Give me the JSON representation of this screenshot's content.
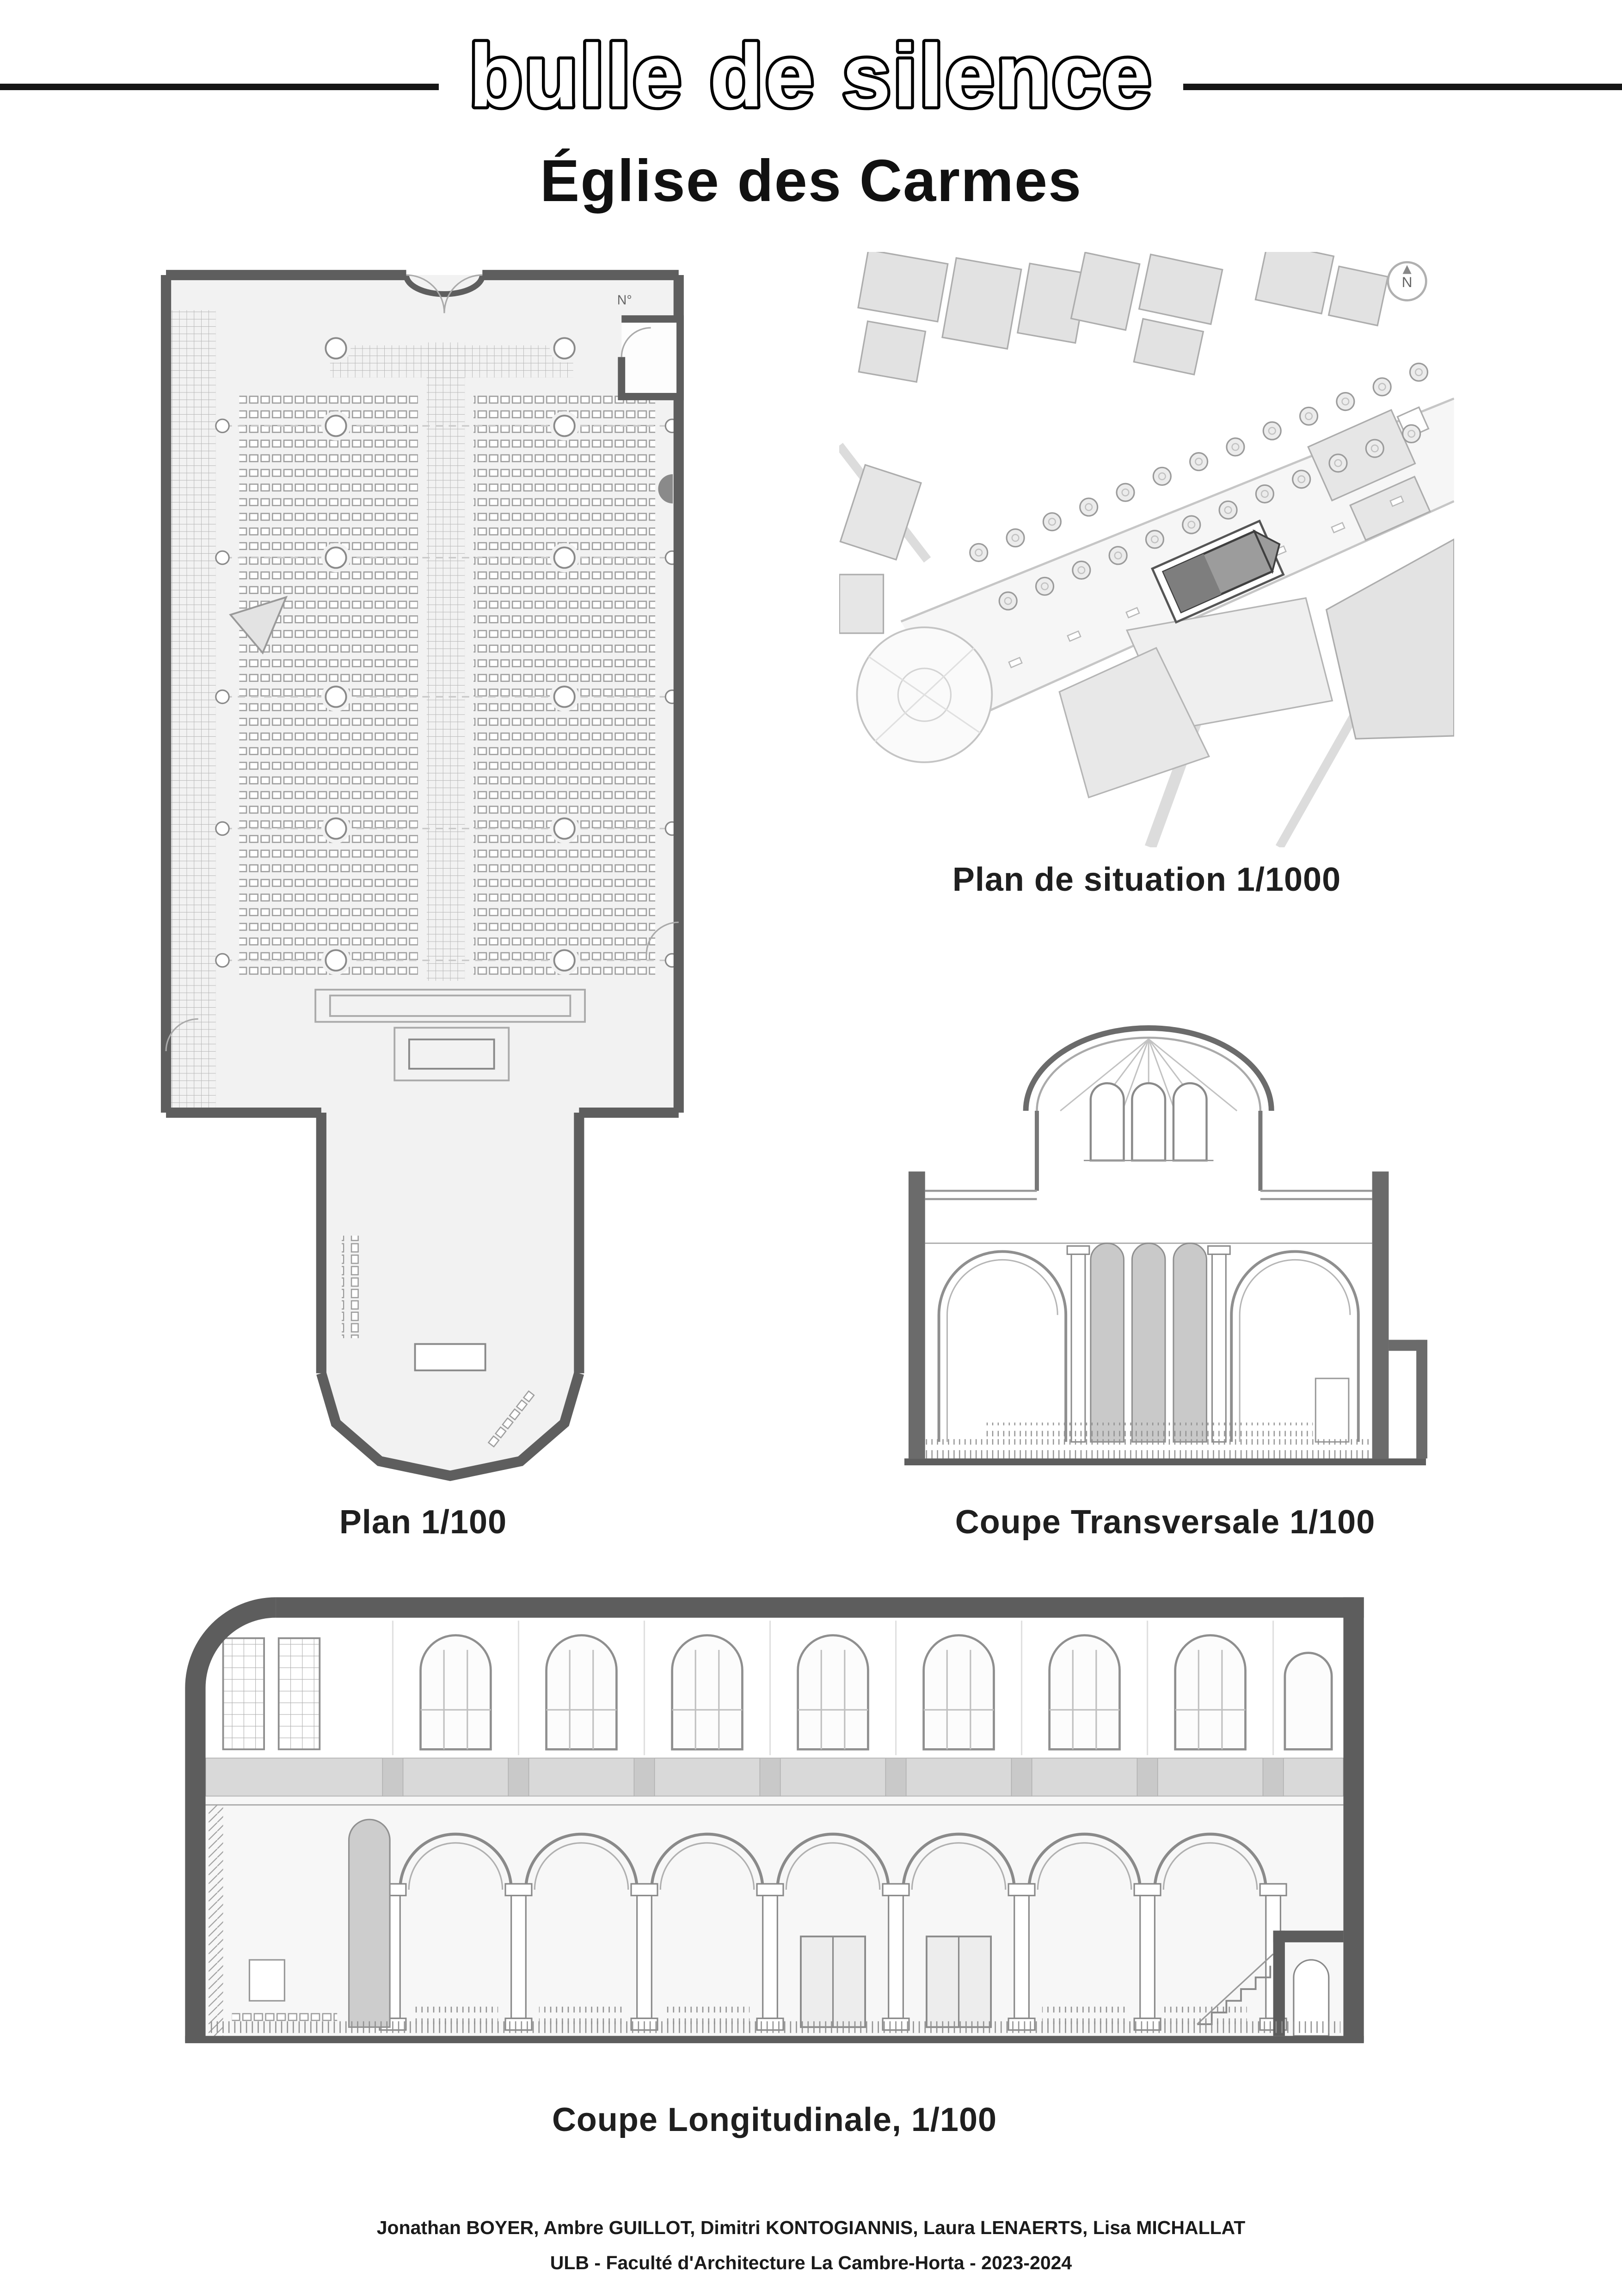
{
  "header": {
    "title": "bulle de silence"
  },
  "subtitle": "Église des Carmes",
  "labels": {
    "plan": "Plan 1/100",
    "situation": "Plan de situation 1/1000",
    "transversale": "Coupe Transversale 1/100",
    "longitudinale": "Coupe Longitudinale, 1/100"
  },
  "plan_annotations": {
    "north_note": "N°"
  },
  "site_annotations": {
    "north": "N"
  },
  "footer": {
    "authors": "Jonathan BOYER, Ambre GUILLOT, Dimitri KONTOGIANNIS, Laura LENAERTS, Lisa MICHALLAT",
    "school": "ULB - Faculté d'Architecture La Cambre-Horta - 2023-2024"
  },
  "colors": {
    "wall_dark": "#5e5e5e",
    "line_gray": "#8a8a8a",
    "fill_light": "#f2f2f2",
    "fill_mid": "#c9c9c9",
    "site_highlight": "#9c9c9c",
    "ink": "#161616"
  }
}
